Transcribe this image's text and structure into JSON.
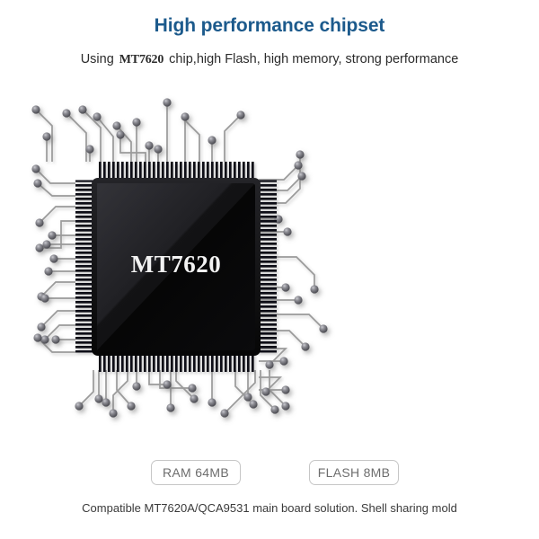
{
  "header": {
    "title": "High performance chipset",
    "subtitle_before": "Using ",
    "subtitle_chip": "MT7620",
    "subtitle_after": " chip,high Flash, high memory, strong performance",
    "title_color": "#1c5a8c"
  },
  "chip": {
    "label": "MT7620",
    "package_color": "#0a0a0a",
    "pin_color": "#111111",
    "trace_color": "#9a9a9a",
    "pad_color": "#6e6e74",
    "label_color": "#f2f2f2"
  },
  "specs": [
    {
      "name": "ram",
      "label": "RAM  64MB"
    },
    {
      "name": "flash",
      "label": "FLASH  8MB"
    }
  ],
  "footer": {
    "note": "Compatible MT7620A/QCA9531 main board solution. Shell sharing mold"
  }
}
